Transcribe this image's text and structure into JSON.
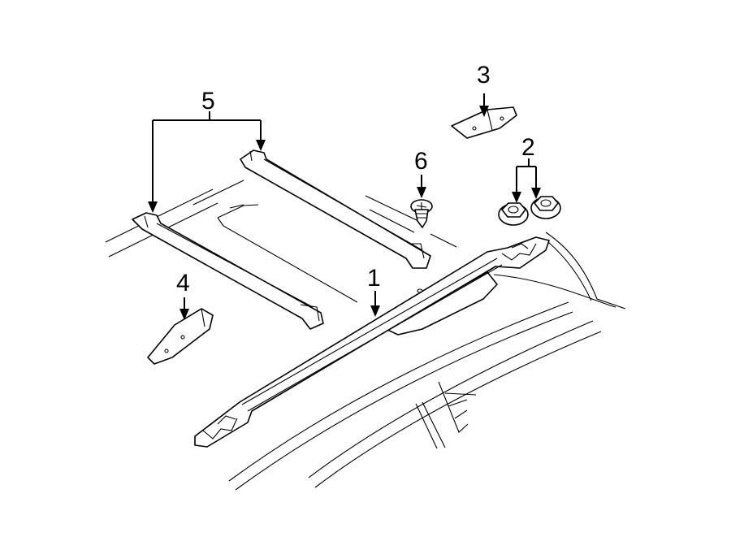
{
  "callouts": [
    {
      "id": "roof-rack-side-rail",
      "label": "1"
    },
    {
      "id": "rail-nut",
      "label": "2"
    },
    {
      "id": "front-end-cap",
      "label": "3"
    },
    {
      "id": "rear-end-cap",
      "label": "4"
    },
    {
      "id": "cross-bar",
      "label": "5"
    },
    {
      "id": "mounting-screw",
      "label": "6"
    }
  ]
}
